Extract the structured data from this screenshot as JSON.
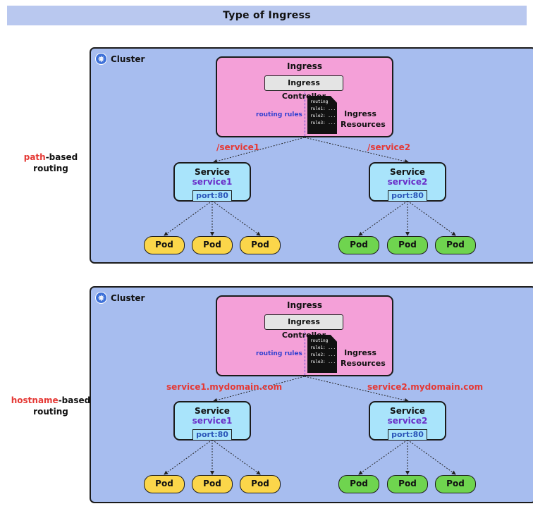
{
  "title": "Type of Ingress",
  "diagrams": [
    {
      "side_label": {
        "accent": "path",
        "rest": "-based",
        "line2": "routing"
      },
      "cluster_label": "Cluster",
      "ingress": {
        "title": "Ingress",
        "controller": "Ingress Controller",
        "routing_rules": "routing rules",
        "doc_lines": [
          "routing",
          "rule1: ...",
          "rule2: ...",
          "rule3: ..."
        ],
        "resources_line1": "Ingress",
        "resources_line2": "Resources"
      },
      "routes": [
        "/service1",
        "/service2"
      ],
      "services": [
        {
          "title": "Service",
          "name": "service1",
          "port": "port:80"
        },
        {
          "title": "Service",
          "name": "service2",
          "port": "port:80"
        }
      ],
      "pods": [
        "Pod",
        "Pod",
        "Pod",
        "Pod",
        "Pod",
        "Pod"
      ]
    },
    {
      "side_label": {
        "accent": "hostname",
        "rest": "-based",
        "line2": "routing"
      },
      "cluster_label": "Cluster",
      "ingress": {
        "title": "Ingress",
        "controller": "Ingress Controller",
        "routing_rules": "routing rules",
        "doc_lines": [
          "routing",
          "rule1: ...",
          "rule2: ...",
          "rule3: ..."
        ],
        "resources_line1": "Ingress",
        "resources_line2": "Resources"
      },
      "routes": [
        "service1.mydomain.com",
        "service2.mydomain.com"
      ],
      "services": [
        {
          "title": "Service",
          "name": "service1",
          "port": "port:80"
        },
        {
          "title": "Service",
          "name": "service2",
          "port": "port:80"
        }
      ],
      "pods": [
        "Pod",
        "Pod",
        "Pod",
        "Pod",
        "Pod",
        "Pod"
      ]
    }
  ],
  "colors": {
    "title_bar": "#b9c8ef",
    "cluster": "#a7bdef",
    "ingress": "#f4a0d8",
    "service": "#a9e4fb",
    "pod_service1": "#fbd64a",
    "pod_service2": "#6fd44f",
    "route_label": "#e53935",
    "service_name": "#6a2fc8"
  },
  "icons": {
    "cluster": "kubernetes-helm-icon"
  }
}
